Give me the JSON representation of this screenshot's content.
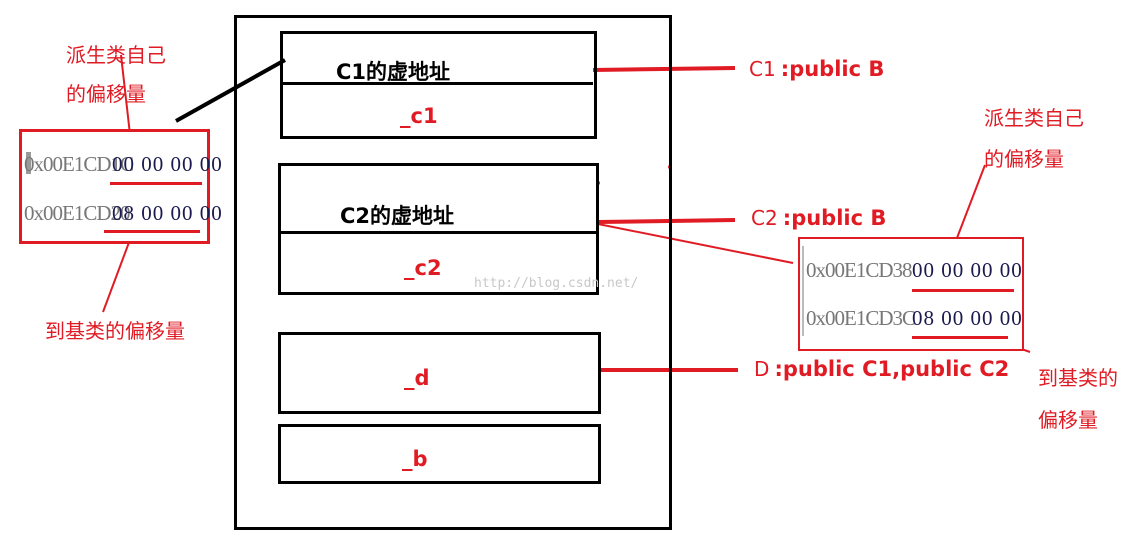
{
  "object_layout": {
    "c1_block": {
      "header": "C1的虚地址",
      "member": "_c1"
    },
    "c2_block": {
      "header": "C2的虚地址",
      "member": "_c2"
    },
    "d_block": {
      "member": "_d"
    },
    "b_block": {
      "member": "_b"
    }
  },
  "inheritance_labels": {
    "c1": {
      "prefix": "C1",
      "suffix": ":public B"
    },
    "c2": {
      "prefix": "C2",
      "suffix": ":public B"
    },
    "d": {
      "prefix": "D",
      "suffix": ":public C1,public C2"
    }
  },
  "left_memory": {
    "caption_top": [
      "派生类自己",
      "的偏移量"
    ],
    "caption_bottom": "到基类的偏移量",
    "rows": [
      {
        "address": "0x00E1CD1C",
        "bytes": "00 00 00 00"
      },
      {
        "address": "0x00E1CD20",
        "bytes": "08 00 00 00"
      }
    ]
  },
  "right_memory": {
    "caption_top": [
      "派生类自己",
      "的偏移量"
    ],
    "caption_bottom": [
      "到基类的",
      "偏移量"
    ],
    "rows": [
      {
        "address": "0x00E1CD38",
        "bytes": "00 00 00 00"
      },
      {
        "address": "0x00E1CD3C",
        "bytes": "08 00 00 00"
      }
    ]
  },
  "watermark": "http://blog.csdn.net/",
  "colors": {
    "accent": "#e01b24",
    "outline": "#000000"
  }
}
